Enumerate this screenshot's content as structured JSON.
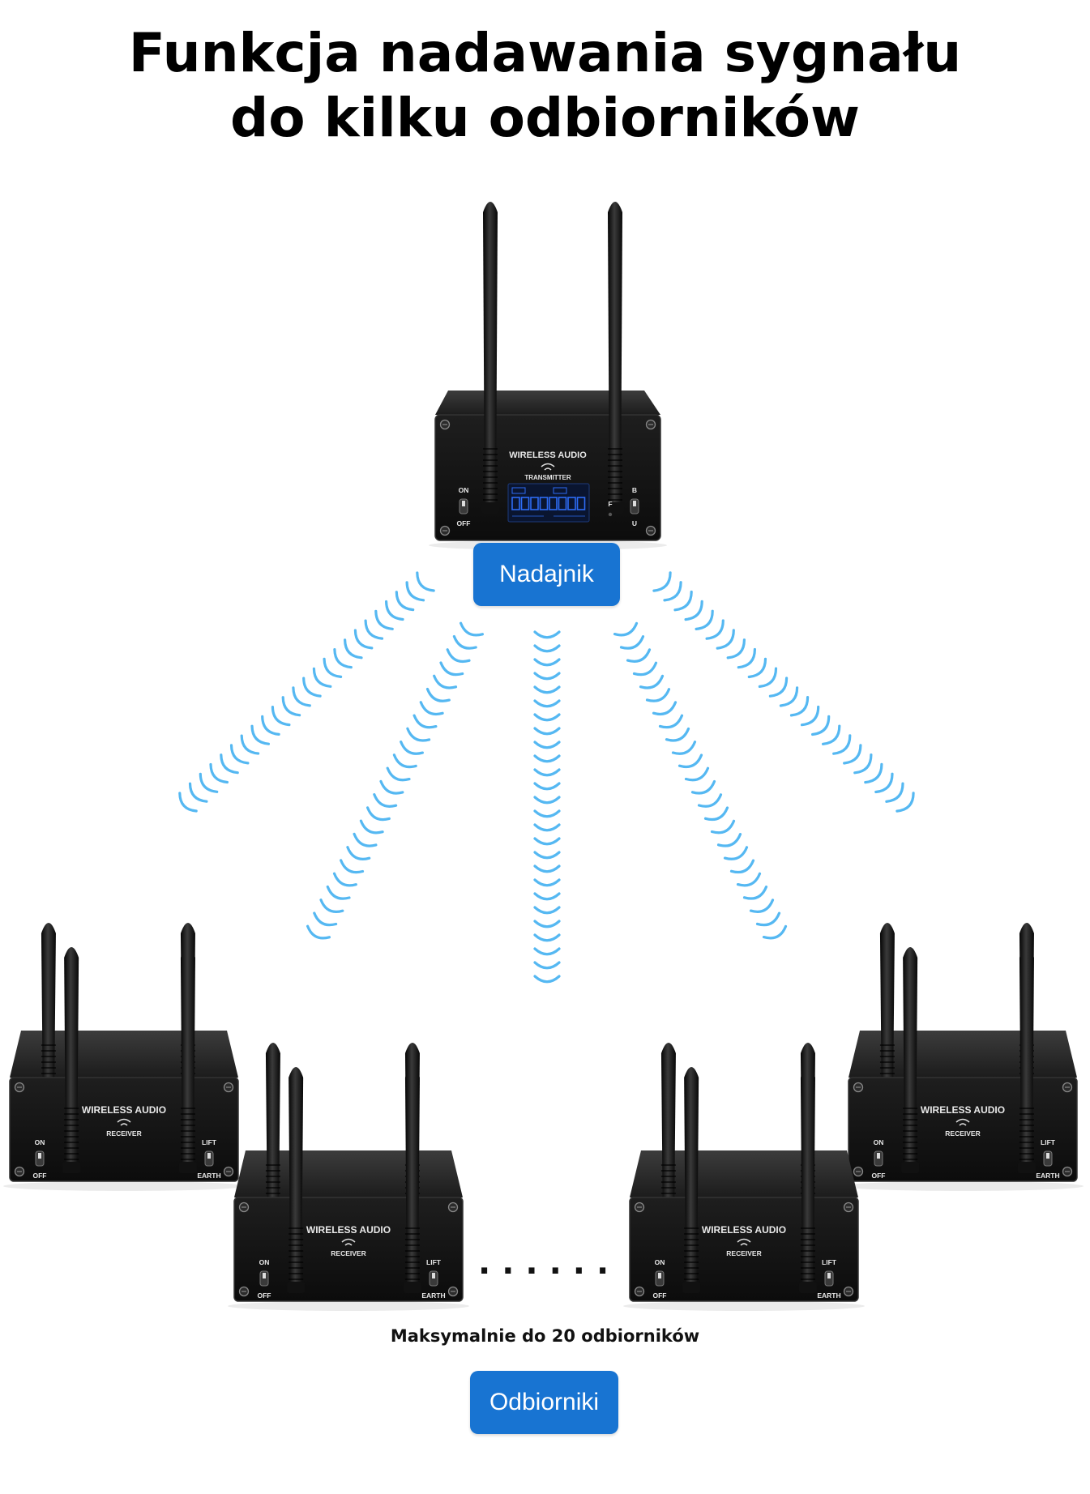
{
  "title": {
    "line1": "Funkcja nadawania sygnału",
    "line2": "do kilku odbiorników"
  },
  "transmitter": {
    "label": "Nadajnik",
    "device_text": "WIRELESS AUDIO",
    "device_subtext": "TRANSMITTER",
    "switch_on": "ON",
    "switch_off": "OFF",
    "switch_right_top": "B",
    "switch_right_bottom": "U",
    "indicator": "F",
    "display_colour": "#2d6cf5"
  },
  "receivers": {
    "label": "Odbiorniki",
    "device_text": "WIRELESS AUDIO",
    "device_subtext": "RECEIVER",
    "switch_on": "ON",
    "switch_off": "OFF",
    "switch_lift": "LIFT",
    "switch_earth": "EARTH"
  },
  "caption": "Maksymalnie do 20 odbiorników",
  "ellipsis": "......",
  "colors": {
    "accent": "#1874d2",
    "wave": "#55b8f2",
    "device_body": "#1a1a1a"
  }
}
